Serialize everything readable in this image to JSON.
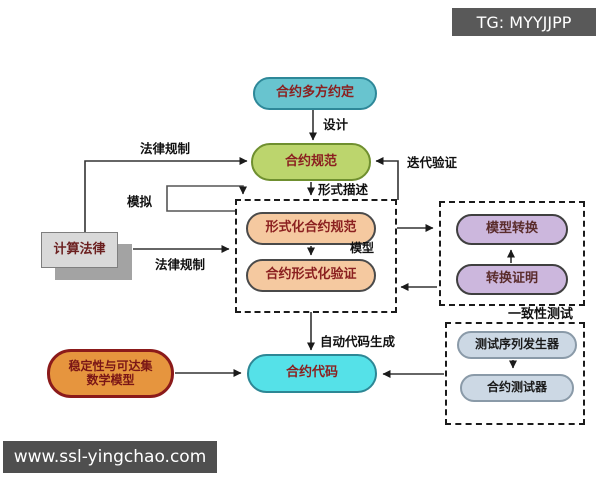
{
  "watermarks": {
    "top_right": "TG: MYYJJPP",
    "bottom_left": "www.ssl-yingchao.com"
  },
  "nodes": {
    "agreement": "合约多方约定",
    "spec": "合约规范",
    "formal_spec": "形式化合约规范",
    "formal_verify": "合约形式化验证",
    "computational_law": "计算法律",
    "model_transform": "模型转换",
    "transform_proof": "转换证明",
    "contract_code": "合约代码",
    "math_model_line1": "稳定性与可达集",
    "math_model_line2": "数学模型",
    "test_seq_gen": "测试序列发生器",
    "contract_tester": "合约测试器"
  },
  "edge_labels": {
    "design": "设计",
    "legal_regulation_top": "法律规制",
    "legal_regulation_bottom": "法律规制",
    "iterative_verification": "迭代验证",
    "formal_description": "形式描述",
    "simulation": "模拟",
    "model": "模型",
    "consistency_testing": "一致性测试",
    "auto_code_gen": "自动代码生成"
  },
  "colors": {
    "node_teal": "#68c4cf",
    "node_green": "#bcd56d",
    "node_peach": "#f5c9a0",
    "node_purple": "#ccb7dd",
    "node_cyan": "#55e1e8",
    "node_brown": "#e6953e",
    "node_blue_gray": "#ccd8e4",
    "gray_box": "#d9d9d9",
    "node_text_red": "#8b2020",
    "connector": "#333333",
    "watermark_bg": "#555555"
  }
}
